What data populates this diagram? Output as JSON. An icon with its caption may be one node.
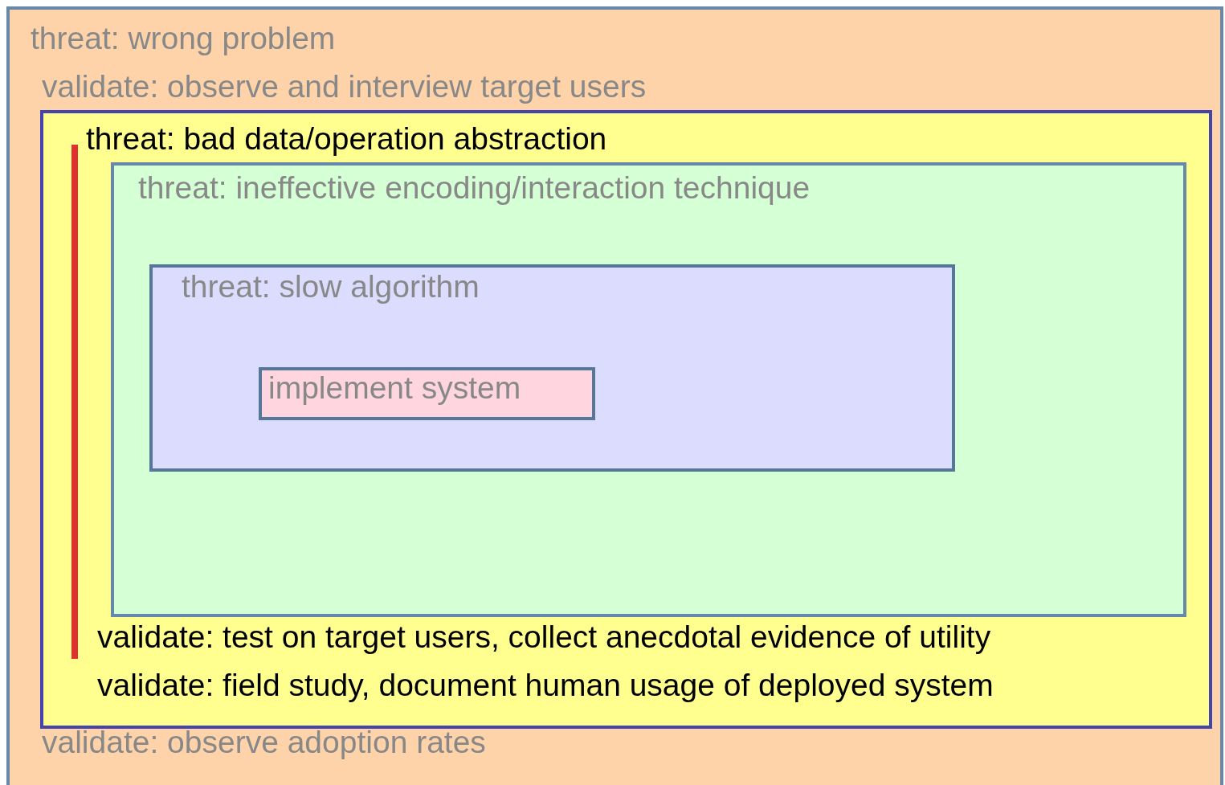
{
  "diagram": {
    "nodes": [
      {
        "text": [
          "threat: wrong problem",
          "validate: observe and interview target users",
          "validate: observe adoption rates"
        ]
      },
      {
        "text": [
          "threat: bad data/operation abstraction",
          "validate: test on target users, collect anecdotal evidence of utility",
          "validate: field study, document human usage of deployed system"
        ],
        "in": 0
      },
      {
        "text": [
          "threat: ineffective encoding/interaction technique"
        ],
        "in": 1
      },
      {
        "text": [
          "threat: slow algorithm"
        ],
        "in": 2
      },
      {
        "text": [
          "implement system"
        ],
        "in": 3
      }
    ]
  }
}
